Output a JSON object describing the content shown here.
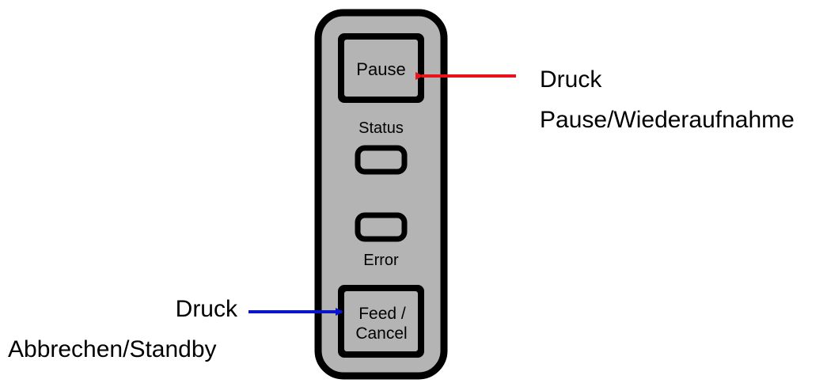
{
  "panel": {
    "pause_button_label": "Pause",
    "status_led_label": "Status",
    "error_led_label": "Error",
    "feed_button_label_line1": "Feed /",
    "feed_button_label_line2": "Cancel"
  },
  "callouts": {
    "pause": {
      "line1": "Druck",
      "line2": "Pause/Wiederaufnahme",
      "arrow_color": "#e8141c"
    },
    "feed": {
      "line1": "Druck",
      "line2": "Abbrechen/Standby",
      "arrow_color": "#0a14c8"
    }
  },
  "colors": {
    "panel_fill": "#b4b4b4",
    "outline": "#000000"
  }
}
